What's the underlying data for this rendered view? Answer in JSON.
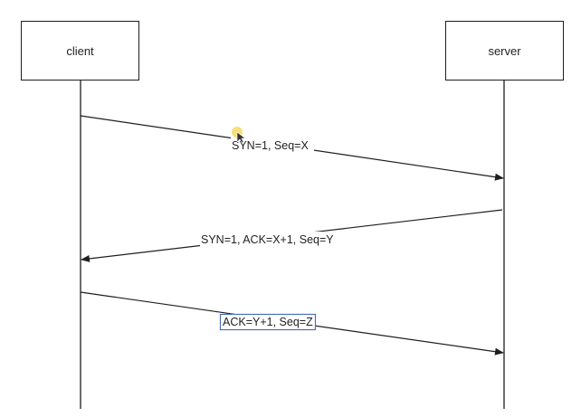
{
  "participants": {
    "client": "client",
    "server": "server"
  },
  "messages": [
    {
      "from": "client",
      "to": "server",
      "label": "SYN=1, Seq=X"
    },
    {
      "from": "server",
      "to": "client",
      "label": "SYN=1, ACK=X+1, Seq=Y"
    },
    {
      "from": "client",
      "to": "server",
      "label": "ACK=Y+1, Seq=Z",
      "selected": true
    }
  ],
  "colors": {
    "line": "#1e1e1e",
    "text": "#222222",
    "selection": "#4a6fb0",
    "cursor": "#f4d34f"
  }
}
